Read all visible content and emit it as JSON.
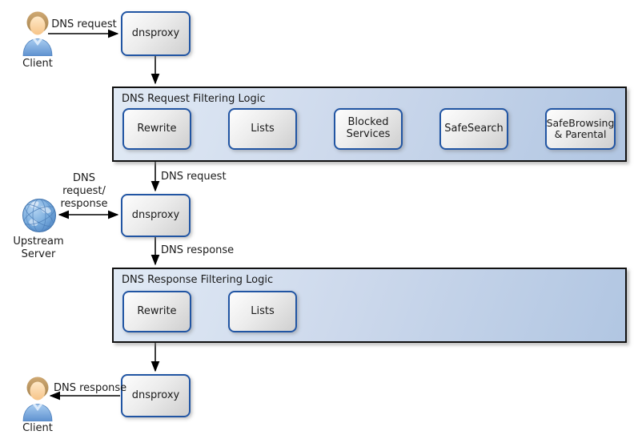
{
  "nodes": {
    "client_top": "Client",
    "client_bottom": "Client",
    "upstream": "Upstream\nServer",
    "proxy1": "dnsproxy",
    "proxy2": "dnsproxy",
    "proxy3": "dnsproxy"
  },
  "edges": {
    "client_to_proxy1": "DNS request",
    "container1_to_proxy2": "DNS request",
    "upstream_proxy2": "DNS\nrequest/\nresponse",
    "proxy2_to_container2": "DNS response",
    "proxy3_to_client": "DNS response"
  },
  "containers": {
    "request": {
      "title": "DNS Request Filtering Logic",
      "steps": [
        "Rewrite",
        "Lists",
        "Blocked\nServices",
        "SafeSearch",
        "SafeBrowsing\n& Parental"
      ]
    },
    "response": {
      "title": "DNS Response Filtering Logic",
      "steps": [
        "Rewrite",
        "Lists"
      ]
    }
  },
  "colors": {
    "node_border": "#2155a3",
    "node_fill_light": "#fdfdfd",
    "node_fill_dark": "#cfcfcf",
    "container_border": "#111111",
    "container_fill_left": "#e1eaf5",
    "container_fill_right": "#b1c6e2",
    "arrow": "#000000",
    "background": "#ffffff"
  }
}
